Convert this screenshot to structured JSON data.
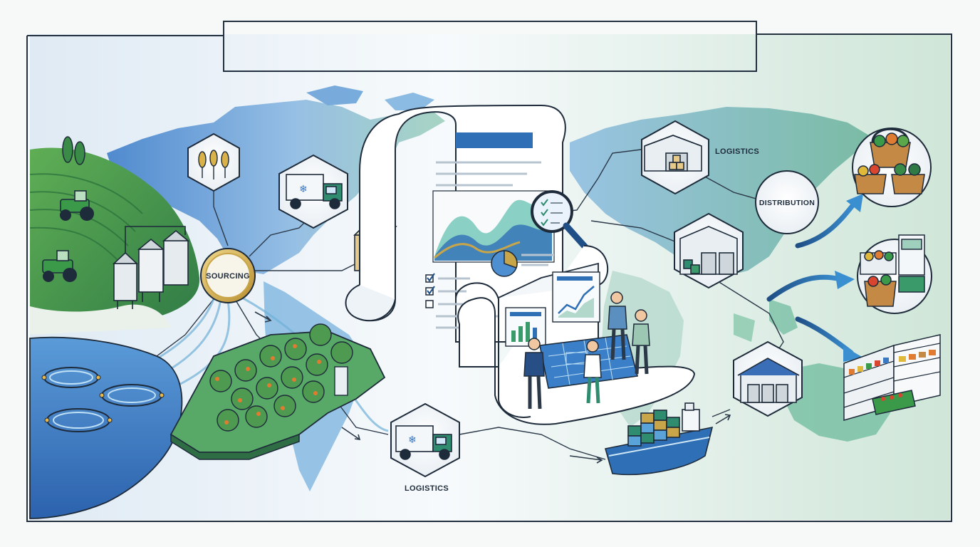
{
  "labels": {
    "sourcing": "SOURCING",
    "logistics_top": "LOGISTICS",
    "distribution": "DISTRIBUTION",
    "logistics_bottom": "LOGISTICS"
  },
  "colors": {
    "frame": "#22303f",
    "ocean_blue": "#3b78c2",
    "land_blue": "#4f8fd1",
    "land_green": "#5aa88a",
    "field_green": "#3f8a4e",
    "gold": "#c9a54a",
    "document": "#ffffff",
    "accent_navy": "#1f4f86"
  },
  "icons": {
    "wheat": "wheat-icon",
    "truck": "refrigerated-truck-icon",
    "warehouse": "warehouse-icon",
    "basket": "produce-basket-icon",
    "ship": "cargo-ship-icon",
    "magnifier": "magnifier-icon",
    "shelves": "grocery-shelves-icon"
  }
}
